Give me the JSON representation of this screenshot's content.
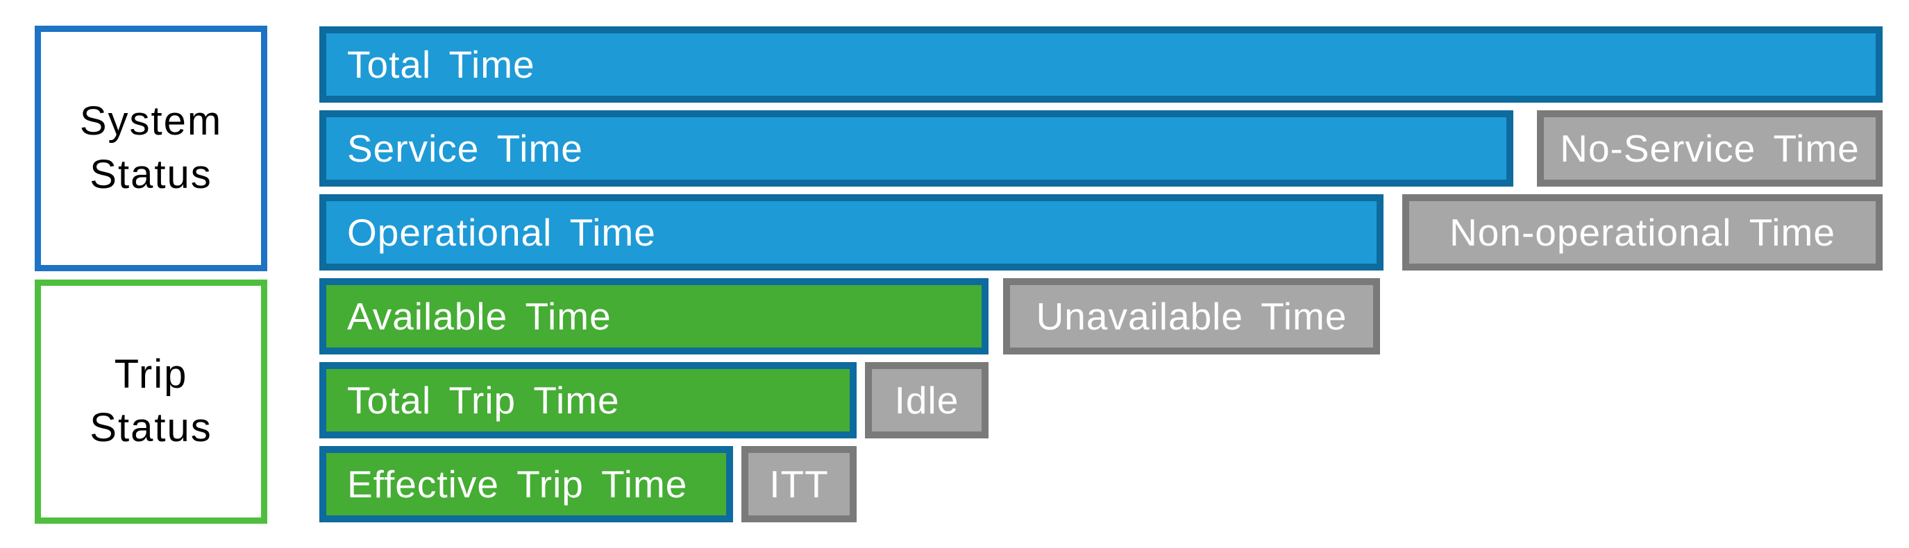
{
  "colors": {
    "background": "#FFFFFF",
    "blue_fill": "#1E9AD6",
    "blue_border": "#0E6B9E",
    "green_fill": "#45AC34",
    "gray_fill": "#A7A7A7",
    "gray_border": "#7A7A7A",
    "box_blue_border": "#1E73C4",
    "box_green_border": "#4FBE3F",
    "bar_text": "#FFFFFF",
    "box_text": "#000000"
  },
  "side_boxes": [
    {
      "id": "system-status",
      "label_lines": [
        "System",
        "Status"
      ],
      "border_color": "#1E73C4",
      "rows_covered": [
        "Total Time",
        "Service Time",
        "Operational Time"
      ]
    },
    {
      "id": "trip-status",
      "label_lines": [
        "Trip",
        "Status"
      ],
      "border_color": "#4FBE3F",
      "rows_covered": [
        "Available Time",
        "Total Trip Time",
        "Effective Trip Time"
      ]
    }
  ],
  "rows": [
    {
      "bars": [
        {
          "label": "Total Time",
          "kind": "blue"
        }
      ]
    },
    {
      "bars": [
        {
          "label": "Service Time",
          "kind": "blue"
        },
        {
          "label": "No-Service Time",
          "kind": "gray"
        }
      ]
    },
    {
      "bars": [
        {
          "label": "Operational Time",
          "kind": "blue"
        },
        {
          "label": "Non-operational Time",
          "kind": "gray"
        }
      ]
    },
    {
      "bars": [
        {
          "label": "Available Time",
          "kind": "green"
        },
        {
          "label": "Unavailable Time",
          "kind": "gray"
        }
      ]
    },
    {
      "bars": [
        {
          "label": "Total Trip Time",
          "kind": "green"
        },
        {
          "label": "Idle",
          "kind": "gray"
        }
      ]
    },
    {
      "bars": [
        {
          "label": "Effective Trip Time",
          "kind": "green"
        },
        {
          "label": "ITT",
          "kind": "gray"
        }
      ]
    }
  ]
}
